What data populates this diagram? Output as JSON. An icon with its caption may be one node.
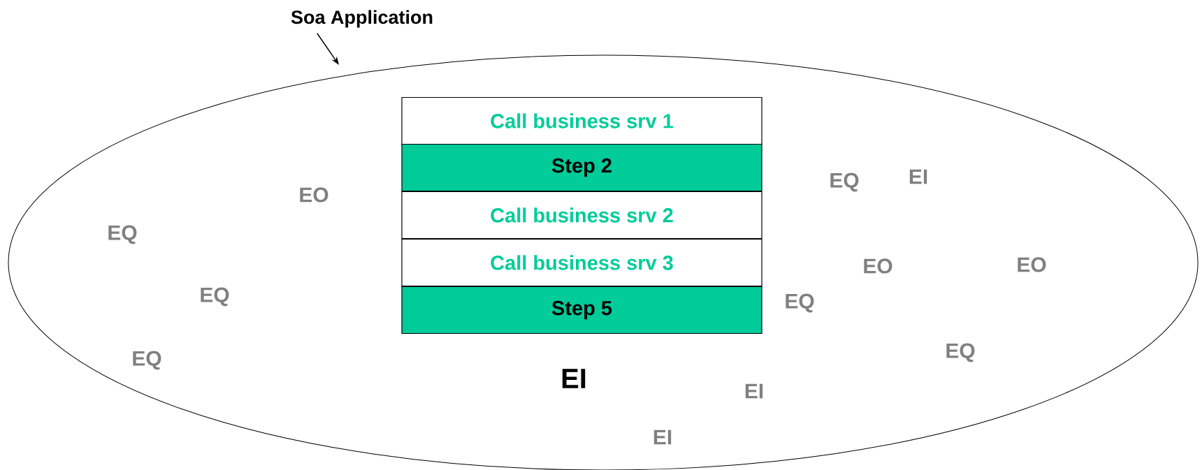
{
  "diagram": {
    "nodes": [
      {
        "text": [
          "Soa Application"
        ]
      },
      {
        "text": [],
        "shape": "ellipse"
      },
      {
        "text": [
          "Call business srv 1"
        ],
        "in": 1
      },
      {
        "text": [
          "Step 2"
        ],
        "in": 1
      },
      {
        "text": [
          "Call business srv 2"
        ],
        "in": 1
      },
      {
        "text": [
          "Call business srv 3"
        ],
        "in": 1
      },
      {
        "text": [
          "Step 5"
        ],
        "in": 1
      }
    ],
    "edges": [
      {
        "from": 0,
        "to": 1,
        "arrow": "to"
      }
    ],
    "labels": [
      "EI",
      "EQ",
      "EO",
      "EQ",
      "EO",
      "EO",
      "EQ",
      "EQ",
      "EQ",
      "EQ",
      "EI",
      "EI",
      "EI"
    ]
  }
}
